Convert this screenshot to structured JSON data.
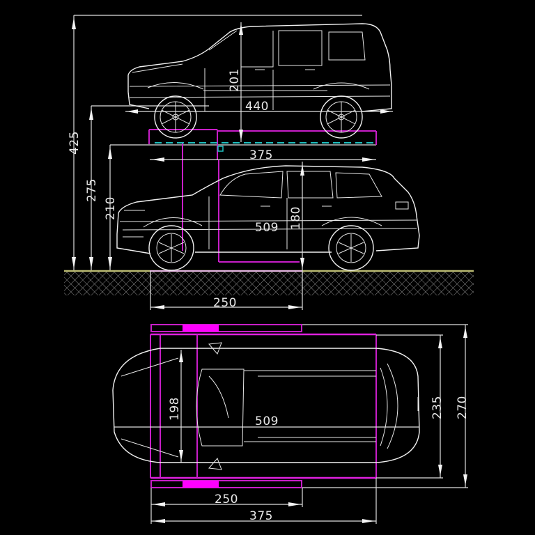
{
  "drawing": {
    "title": "Two-level parking lift dimension drawing",
    "views": [
      "side-elevation",
      "top-plan"
    ],
    "colors": {
      "background": "#000000",
      "linework": "#f0f0f0",
      "platform": "#c81ec8",
      "platform_highlight": "#ff00ff",
      "dashed_beam": "#20c0c0",
      "ground_line": "#b8b870",
      "hatch": "#9a9a9a"
    }
  },
  "side_view": {
    "upper_vehicle": "SUV (boxy)",
    "lower_vehicle": "SUV (wagon)",
    "dimensions": {
      "total_height": "425",
      "upper_platform_height": "275",
      "lower_clearance": "210",
      "upper_vehicle_height": "201",
      "upper_vehicle_length": "440",
      "platform_length": "375",
      "lower_vehicle_height": "180",
      "lower_vehicle_length": "509",
      "post_spacing": "250"
    }
  },
  "top_view": {
    "vehicle": "SUV (wagon) plan view",
    "dimensions": {
      "vehicle_width": "198",
      "vehicle_length": "509",
      "platform_width": "235",
      "overall_width": "270",
      "post_spacing": "250",
      "platform_length": "375"
    }
  }
}
